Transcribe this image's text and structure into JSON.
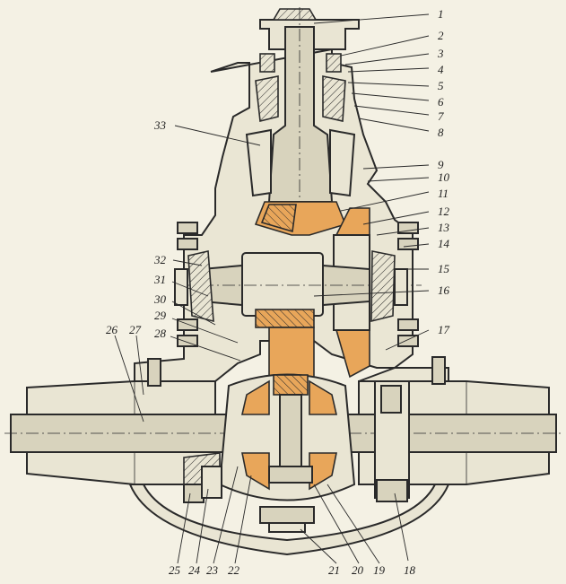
{
  "diagram": {
    "colors": {
      "paper": "#f4f1e4",
      "ink": "#2a2a2a",
      "gear_accent": "#e8a65a",
      "metal": "#e9e5d3"
    },
    "callouts": [
      {
        "id": "1",
        "label": "1"
      },
      {
        "id": "2",
        "label": "2"
      },
      {
        "id": "3",
        "label": "3"
      },
      {
        "id": "4",
        "label": "4"
      },
      {
        "id": "5",
        "label": "5"
      },
      {
        "id": "6",
        "label": "6"
      },
      {
        "id": "7",
        "label": "7"
      },
      {
        "id": "8",
        "label": "8"
      },
      {
        "id": "9",
        "label": "9"
      },
      {
        "id": "10",
        "label": "10"
      },
      {
        "id": "11",
        "label": "11"
      },
      {
        "id": "12",
        "label": "12"
      },
      {
        "id": "13",
        "label": "13"
      },
      {
        "id": "14",
        "label": "14"
      },
      {
        "id": "15",
        "label": "15"
      },
      {
        "id": "16",
        "label": "16"
      },
      {
        "id": "17",
        "label": "17"
      },
      {
        "id": "18",
        "label": "18"
      },
      {
        "id": "19",
        "label": "19"
      },
      {
        "id": "20",
        "label": "20"
      },
      {
        "id": "21",
        "label": "21"
      },
      {
        "id": "22",
        "label": "22"
      },
      {
        "id": "23",
        "label": "23"
      },
      {
        "id": "24",
        "label": "24"
      },
      {
        "id": "25",
        "label": "25"
      },
      {
        "id": "26",
        "label": "26"
      },
      {
        "id": "27",
        "label": "27"
      },
      {
        "id": "28",
        "label": "28"
      },
      {
        "id": "29",
        "label": "29"
      },
      {
        "id": "30",
        "label": "30"
      },
      {
        "id": "31",
        "label": "31"
      },
      {
        "id": "32",
        "label": "32"
      },
      {
        "id": "33",
        "label": "33"
      }
    ]
  }
}
